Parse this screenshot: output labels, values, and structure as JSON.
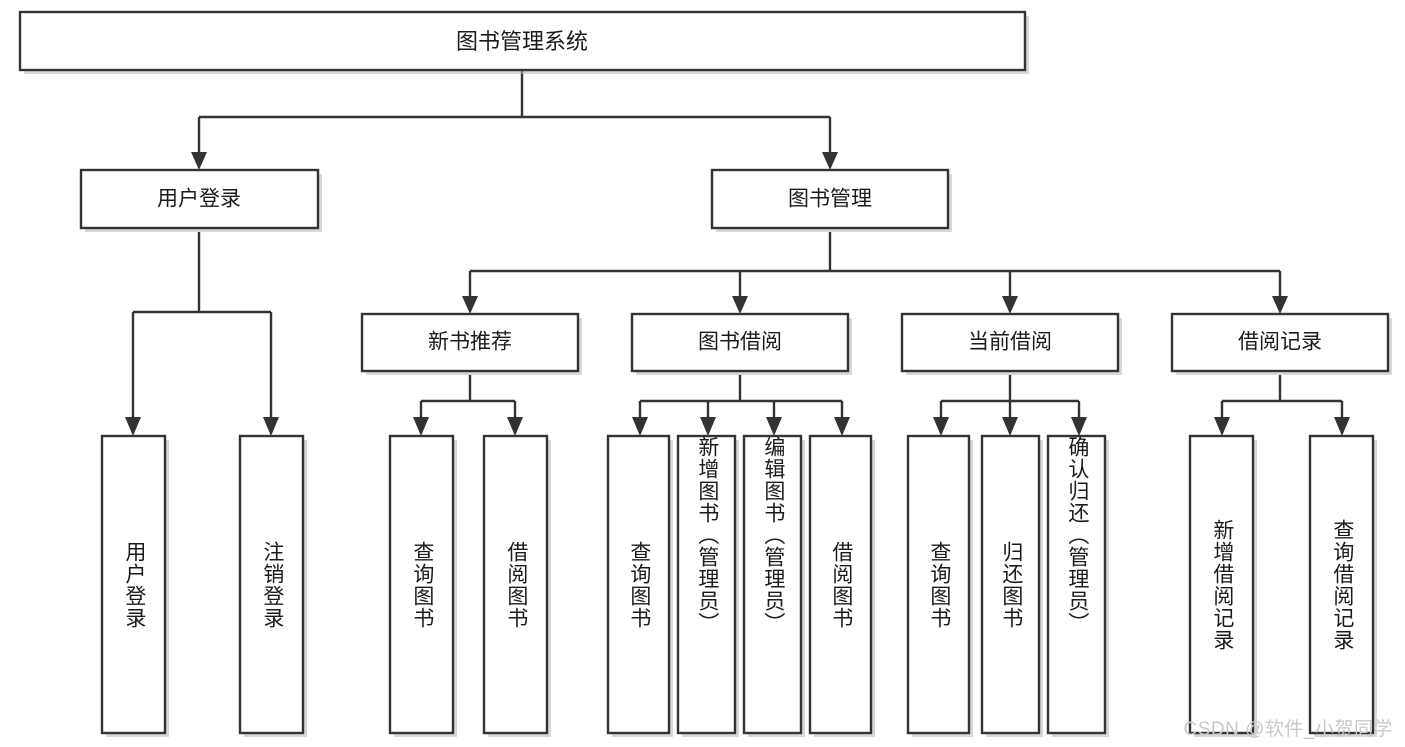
{
  "diagram": {
    "type": "hierarchy-tree",
    "title": "图书管理系统",
    "watermark": "CSDN @软件_小贺同学",
    "colors": {
      "box_fill": "#ffffff",
      "box_stroke": "#333333",
      "text": "#1b1b1b",
      "background": "#ffffff",
      "watermark": "#c9c9c9"
    },
    "levels": {
      "root": {
        "label": "图书管理系统"
      },
      "level2": [
        {
          "label": "用户登录"
        },
        {
          "label": "图书管理"
        }
      ],
      "level3": [
        {
          "label": "新书推荐"
        },
        {
          "label": "图书借阅"
        },
        {
          "label": "当前借阅"
        },
        {
          "label": "借阅记录"
        }
      ],
      "leaves": {
        "user_login": [
          {
            "label": "用户登录"
          },
          {
            "label": "注销登录"
          }
        ],
        "new_book_recommend": [
          {
            "label": "查询图书"
          },
          {
            "label": "借阅图书"
          }
        ],
        "book_borrow": [
          {
            "label": "查询图书"
          },
          {
            "label": "新增图书（管理员）"
          },
          {
            "label": "编辑图书（管理员）"
          },
          {
            "label": "借阅图书"
          }
        ],
        "current_borrow": [
          {
            "label": "查询图书"
          },
          {
            "label": "归还图书"
          },
          {
            "label": "确认归还（管理员）"
          }
        ],
        "borrow_record": [
          {
            "label": "新增借阅记录"
          },
          {
            "label": "查询借阅记录"
          }
        ]
      }
    }
  }
}
